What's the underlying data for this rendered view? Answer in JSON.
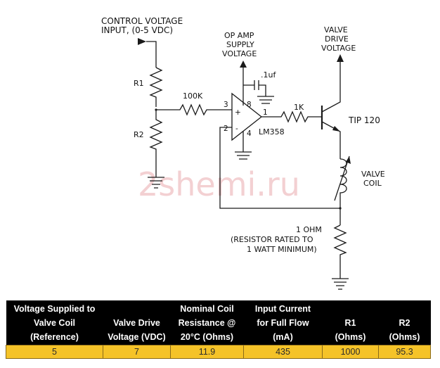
{
  "schematic": {
    "input_label_1": "CONTROL VOLTAGE",
    "input_label_2": "INPUT, (0-5 VDC)",
    "r1": "R1",
    "r2": "R2",
    "resistor_100k": "100K",
    "supply_1": "OP AMP",
    "supply_2": "SUPPLY",
    "supply_3": "VOLTAGE",
    "cap": ".1uf",
    "pin8": "8",
    "pin3": "3",
    "pin2": "2",
    "pin1": "1",
    "pin4": "4",
    "opamp": "LM358",
    "resistor_1k": "1K",
    "transistor": "TIP 120",
    "valve_drive_1": "VALVE",
    "valve_drive_2": "DRIVE",
    "valve_drive_3": "VOLTAGE",
    "coil_1": "VALVE",
    "coil_2": "COIL",
    "sense_1": "1 OHM",
    "sense_2": "(RESISTOR RATED TO",
    "sense_3": "1 WATT MINIMUM)",
    "watermark": "2shemi.ru"
  },
  "table": {
    "headers": [
      [
        "Voltage Supplied to",
        "Valve Coil",
        "(Reference)"
      ],
      [
        "Valve Drive",
        "Voltage (VDC)"
      ],
      [
        "Nominal Coil",
        "Resistance @",
        "20°C (Ohms)"
      ],
      [
        "Input Current",
        "for Full Flow",
        "(mA)"
      ],
      [
        "R1",
        "(Ohms)"
      ],
      [
        "R2",
        "(Ohms)"
      ]
    ],
    "rows": [
      [
        "5",
        "7",
        "11.9",
        "435",
        "1000",
        "95.3"
      ]
    ]
  }
}
